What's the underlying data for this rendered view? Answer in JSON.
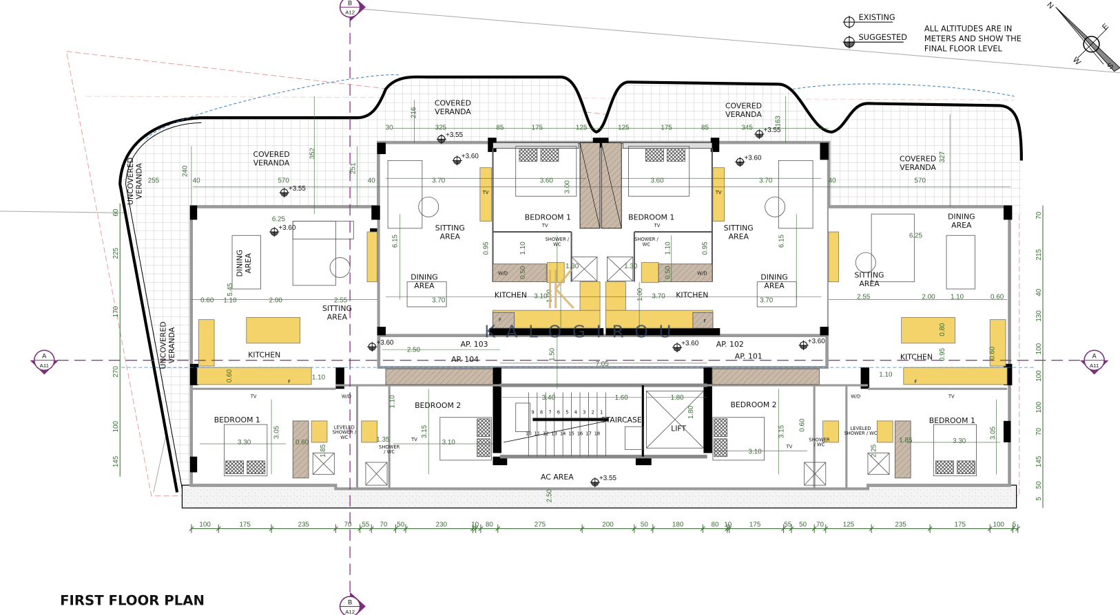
{
  "title": "FIRST FLOOR PLAN",
  "legend": {
    "existing": "EXISTING",
    "suggested": "SUGGESTED",
    "note": [
      "ALL ALTITUDES ARE IN",
      "METERS AND SHOW THE",
      "FINAL FLOOR LEVEL"
    ]
  },
  "compass": {
    "n": "N",
    "e": "E",
    "s": "S",
    "w": "W"
  },
  "watermark": "KALOGIROU",
  "section_markers": {
    "a": {
      "letter": "A",
      "sheet": "A11"
    },
    "b": {
      "letter": "B",
      "sheet": "A12"
    }
  },
  "rooms": [
    {
      "lines": [
        "COVERED",
        "VERANDA"
      ]
    },
    {
      "lines": [
        "COVERED",
        "VERANDA"
      ]
    },
    {
      "lines": [
        "COVERED",
        "VERANDA"
      ]
    },
    {
      "lines": [
        "COVERED",
        "VERANDA"
      ]
    },
    {
      "lines": [
        "UNCOVERED",
        "VERANDA"
      ]
    },
    {
      "lines": [
        "UNCOVERED",
        "VERANDA"
      ]
    },
    {
      "lines": [
        "DINING",
        "AREA"
      ]
    },
    {
      "lines": [
        "SITTING",
        "AREA"
      ]
    },
    {
      "lines": [
        "SITTING",
        "AREA"
      ]
    },
    {
      "lines": [
        "SITTING",
        "AREA"
      ]
    },
    {
      "lines": [
        "SITTING",
        "AREA"
      ]
    },
    {
      "lines": [
        "DINING",
        "AREA"
      ]
    },
    {
      "lines": [
        "DINING",
        "AREA"
      ]
    },
    {
      "lines": [
        "DINING",
        "AREA"
      ]
    },
    {
      "lines": [
        "KITCHEN"
      ]
    },
    {
      "lines": [
        "KITCHEN"
      ]
    },
    {
      "lines": [
        "KITCHEN"
      ]
    },
    {
      "lines": [
        "KITCHEN"
      ]
    },
    {
      "lines": [
        "BEDROOM 1"
      ]
    },
    {
      "lines": [
        "BEDROOM 1"
      ]
    },
    {
      "lines": [
        "BEDROOM 1"
      ]
    },
    {
      "lines": [
        "BEDROOM 1"
      ]
    },
    {
      "lines": [
        "BEDROOM 2"
      ]
    },
    {
      "lines": [
        "BEDROOM 2"
      ]
    },
    {
      "lines": [
        "STAIRCASE"
      ]
    },
    {
      "lines": [
        "LIFT"
      ]
    },
    {
      "lines": [
        "AC AREA"
      ]
    },
    {
      "lines": [
        "AP. 103"
      ]
    },
    {
      "lines": [
        "AP. 104"
      ]
    },
    {
      "lines": [
        "AP. 102"
      ]
    },
    {
      "lines": [
        "AP. 101"
      ]
    }
  ],
  "fixtures": [
    {
      "lines": [
        "SHOWER /",
        "WC"
      ]
    },
    {
      "lines": [
        "SHOWER /",
        "WC"
      ]
    },
    {
      "lines": [
        "SHOWER",
        "/ WC"
      ]
    },
    {
      "lines": [
        "LEVELED",
        "SHOWER /",
        "WC"
      ]
    },
    {
      "lines": [
        "LEVELED",
        "SHOWER / WC"
      ]
    },
    {
      "lines": [
        "SHOWER",
        "/ WC"
      ]
    },
    {
      "lines": [
        "W/D"
      ]
    },
    {
      "lines": [
        "W/D"
      ]
    },
    {
      "lines": [
        "W/D"
      ]
    },
    {
      "lines": [
        "W/D"
      ]
    },
    {
      "lines": [
        "F"
      ]
    },
    {
      "lines": [
        "F"
      ]
    },
    {
      "lines": [
        "F"
      ]
    },
    {
      "lines": [
        "F"
      ]
    },
    {
      "lines": [
        "TV"
      ]
    },
    {
      "lines": [
        "TV"
      ]
    },
    {
      "lines": [
        "TV"
      ]
    },
    {
      "lines": [
        "TV"
      ]
    },
    {
      "lines": [
        "TV"
      ]
    },
    {
      "lines": [
        "TV"
      ]
    },
    {
      "lines": [
        "TV"
      ]
    },
    {
      "lines": [
        "TV"
      ]
    }
  ],
  "stair_numbers": [
    "9",
    "8",
    "7",
    "6",
    "5",
    "4",
    "3",
    "2",
    "1",
    "10",
    "11",
    "12",
    "13",
    "14",
    "15",
    "16",
    "17",
    "18"
  ],
  "levels": [
    "+3.55",
    "+3.60",
    "+3.55",
    "+3.60",
    "+3.60",
    "+3.55",
    "+3.60",
    "+3.60",
    "+3.60",
    "+3.55"
  ],
  "dims_interior": [
    "6.25",
    "2.00",
    "2.55",
    "1.10",
    "0.60",
    "570",
    "255",
    "40",
    "40",
    "3.70",
    "3.60",
    "3.60",
    "3.70",
    "40",
    "570",
    "325",
    "85",
    "175",
    "125",
    "125",
    "175",
    "85",
    "345",
    "30",
    "216",
    "352",
    "240",
    "251",
    "163",
    "327",
    "6.15",
    "6.15",
    "3.00",
    "0.95",
    "1.10",
    "0.95",
    "1.10",
    "3.70",
    "3.10",
    "3.70",
    "3.70",
    "1.00",
    "1.00",
    "2.50",
    "7.05",
    "1.50",
    "3.40",
    "1.60",
    "1.80",
    "1.80",
    "3.30",
    "3.05",
    "1.10",
    "3.15",
    "3.10",
    "1.35",
    "1.10",
    "3.15",
    "3.10",
    "3.30",
    "3.05",
    "1.10",
    "2.55",
    "2.00",
    "1.10",
    "0.60",
    "6.25",
    "5.45",
    "0.50",
    "0.50",
    "1.30",
    "1.30",
    "2.50",
    "0.80",
    "0.95",
    "0.60",
    "0.60",
    "1.85",
    "1.85",
    "2.25",
    "0.60",
    "0.60"
  ],
  "dims_bottom": [
    "100",
    "175",
    "235",
    "70",
    "55",
    "70",
    "50",
    "230",
    "10",
    "80",
    "275",
    "200",
    "50",
    "180",
    "80",
    "10",
    "175",
    "55",
    "50",
    "70",
    "125",
    "235",
    "175",
    "100",
    "5"
  ],
  "dims_left": [
    "60",
    "225",
    "170",
    "270",
    "100",
    "145"
  ],
  "dims_right": [
    "70",
    "215",
    "40",
    "130",
    "100",
    "100",
    "100",
    "70",
    "145",
    "50",
    "5"
  ],
  "colors": {
    "dimension": "#3a6b35",
    "section_line": "#7a2f7a",
    "property_line": "#e8a0a0",
    "kitchen": "#f5d36b",
    "furniture_brown": "#b9a898"
  }
}
